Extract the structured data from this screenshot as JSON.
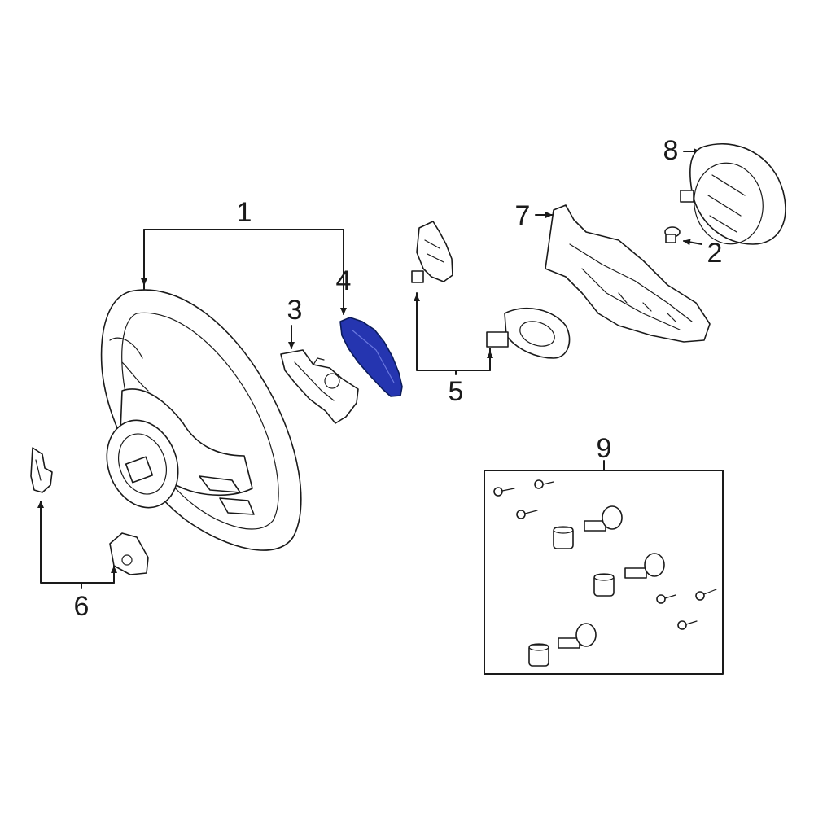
{
  "callouts": {
    "c1": "1",
    "c2": "2",
    "c3": "3",
    "c4": "4",
    "c5": "5",
    "c6": "6",
    "c7": "7",
    "c8": "8",
    "c9": "9"
  },
  "colors": {
    "highlight": "#2535b0",
    "line": "#1a1a1a",
    "background": "#ffffff"
  },
  "highlighted_callout": "4"
}
